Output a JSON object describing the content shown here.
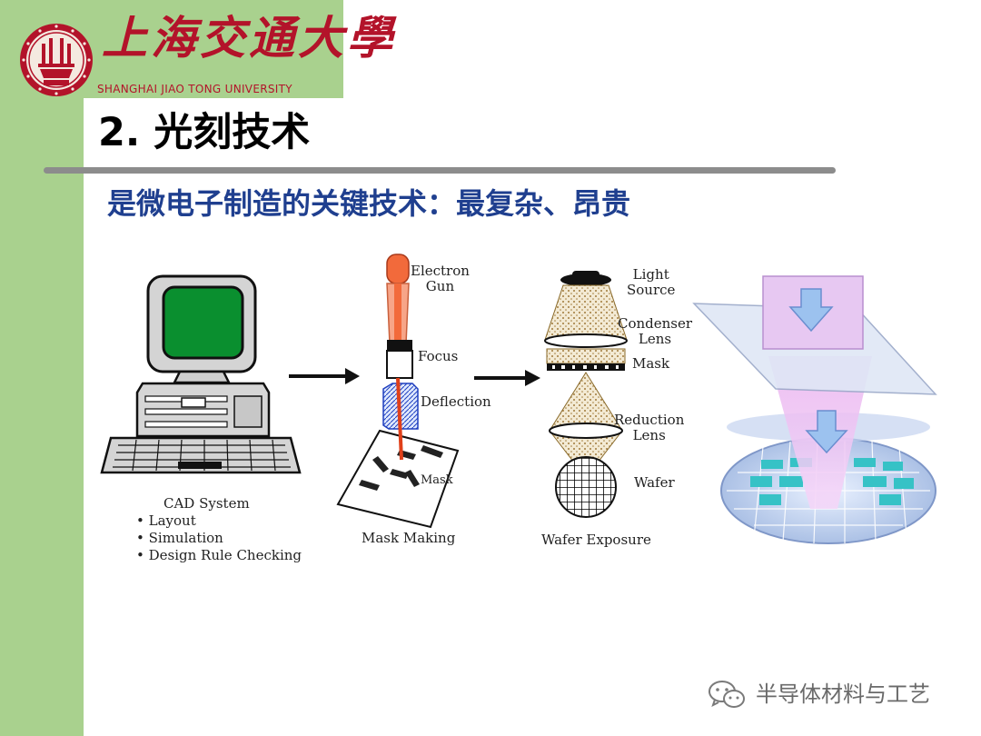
{
  "header": {
    "university_cn": "上海交通大學",
    "university_en": "SHANGHAI JIAO TONG UNIVERSITY"
  },
  "slide": {
    "title": "2. 光刻技术",
    "subtitle": "是微电子制造的关键技术：最复杂、昂贵"
  },
  "figure": {
    "cad": {
      "title": "CAD System",
      "items": [
        "Layout",
        "Simulation",
        "Design Rule Checking"
      ]
    },
    "mask_making": {
      "caption": "Mask Making",
      "labels": {
        "electron_gun": "Electron\nGun",
        "focus": "Focus",
        "deflection": "Deflection",
        "mask": "Mask"
      }
    },
    "wafer_exposure": {
      "caption": "Wafer Exposure",
      "labels": {
        "light_source": "Light\nSource",
        "condenser_lens": "Condenser\nLens",
        "mask": "Mask",
        "reduction_lens": "Reduction\nLens",
        "wafer": "Wafer"
      }
    }
  },
  "watermark": {
    "icon": "wechat-icon",
    "text": "半导体材料与工艺"
  },
  "colors": {
    "band_green": "#a9d18e",
    "logo_red": "#b3132a",
    "subtitle_blue": "#1f3f8f",
    "screen_green": "#0a8f2f",
    "beam_orange": "#f26a3b"
  }
}
